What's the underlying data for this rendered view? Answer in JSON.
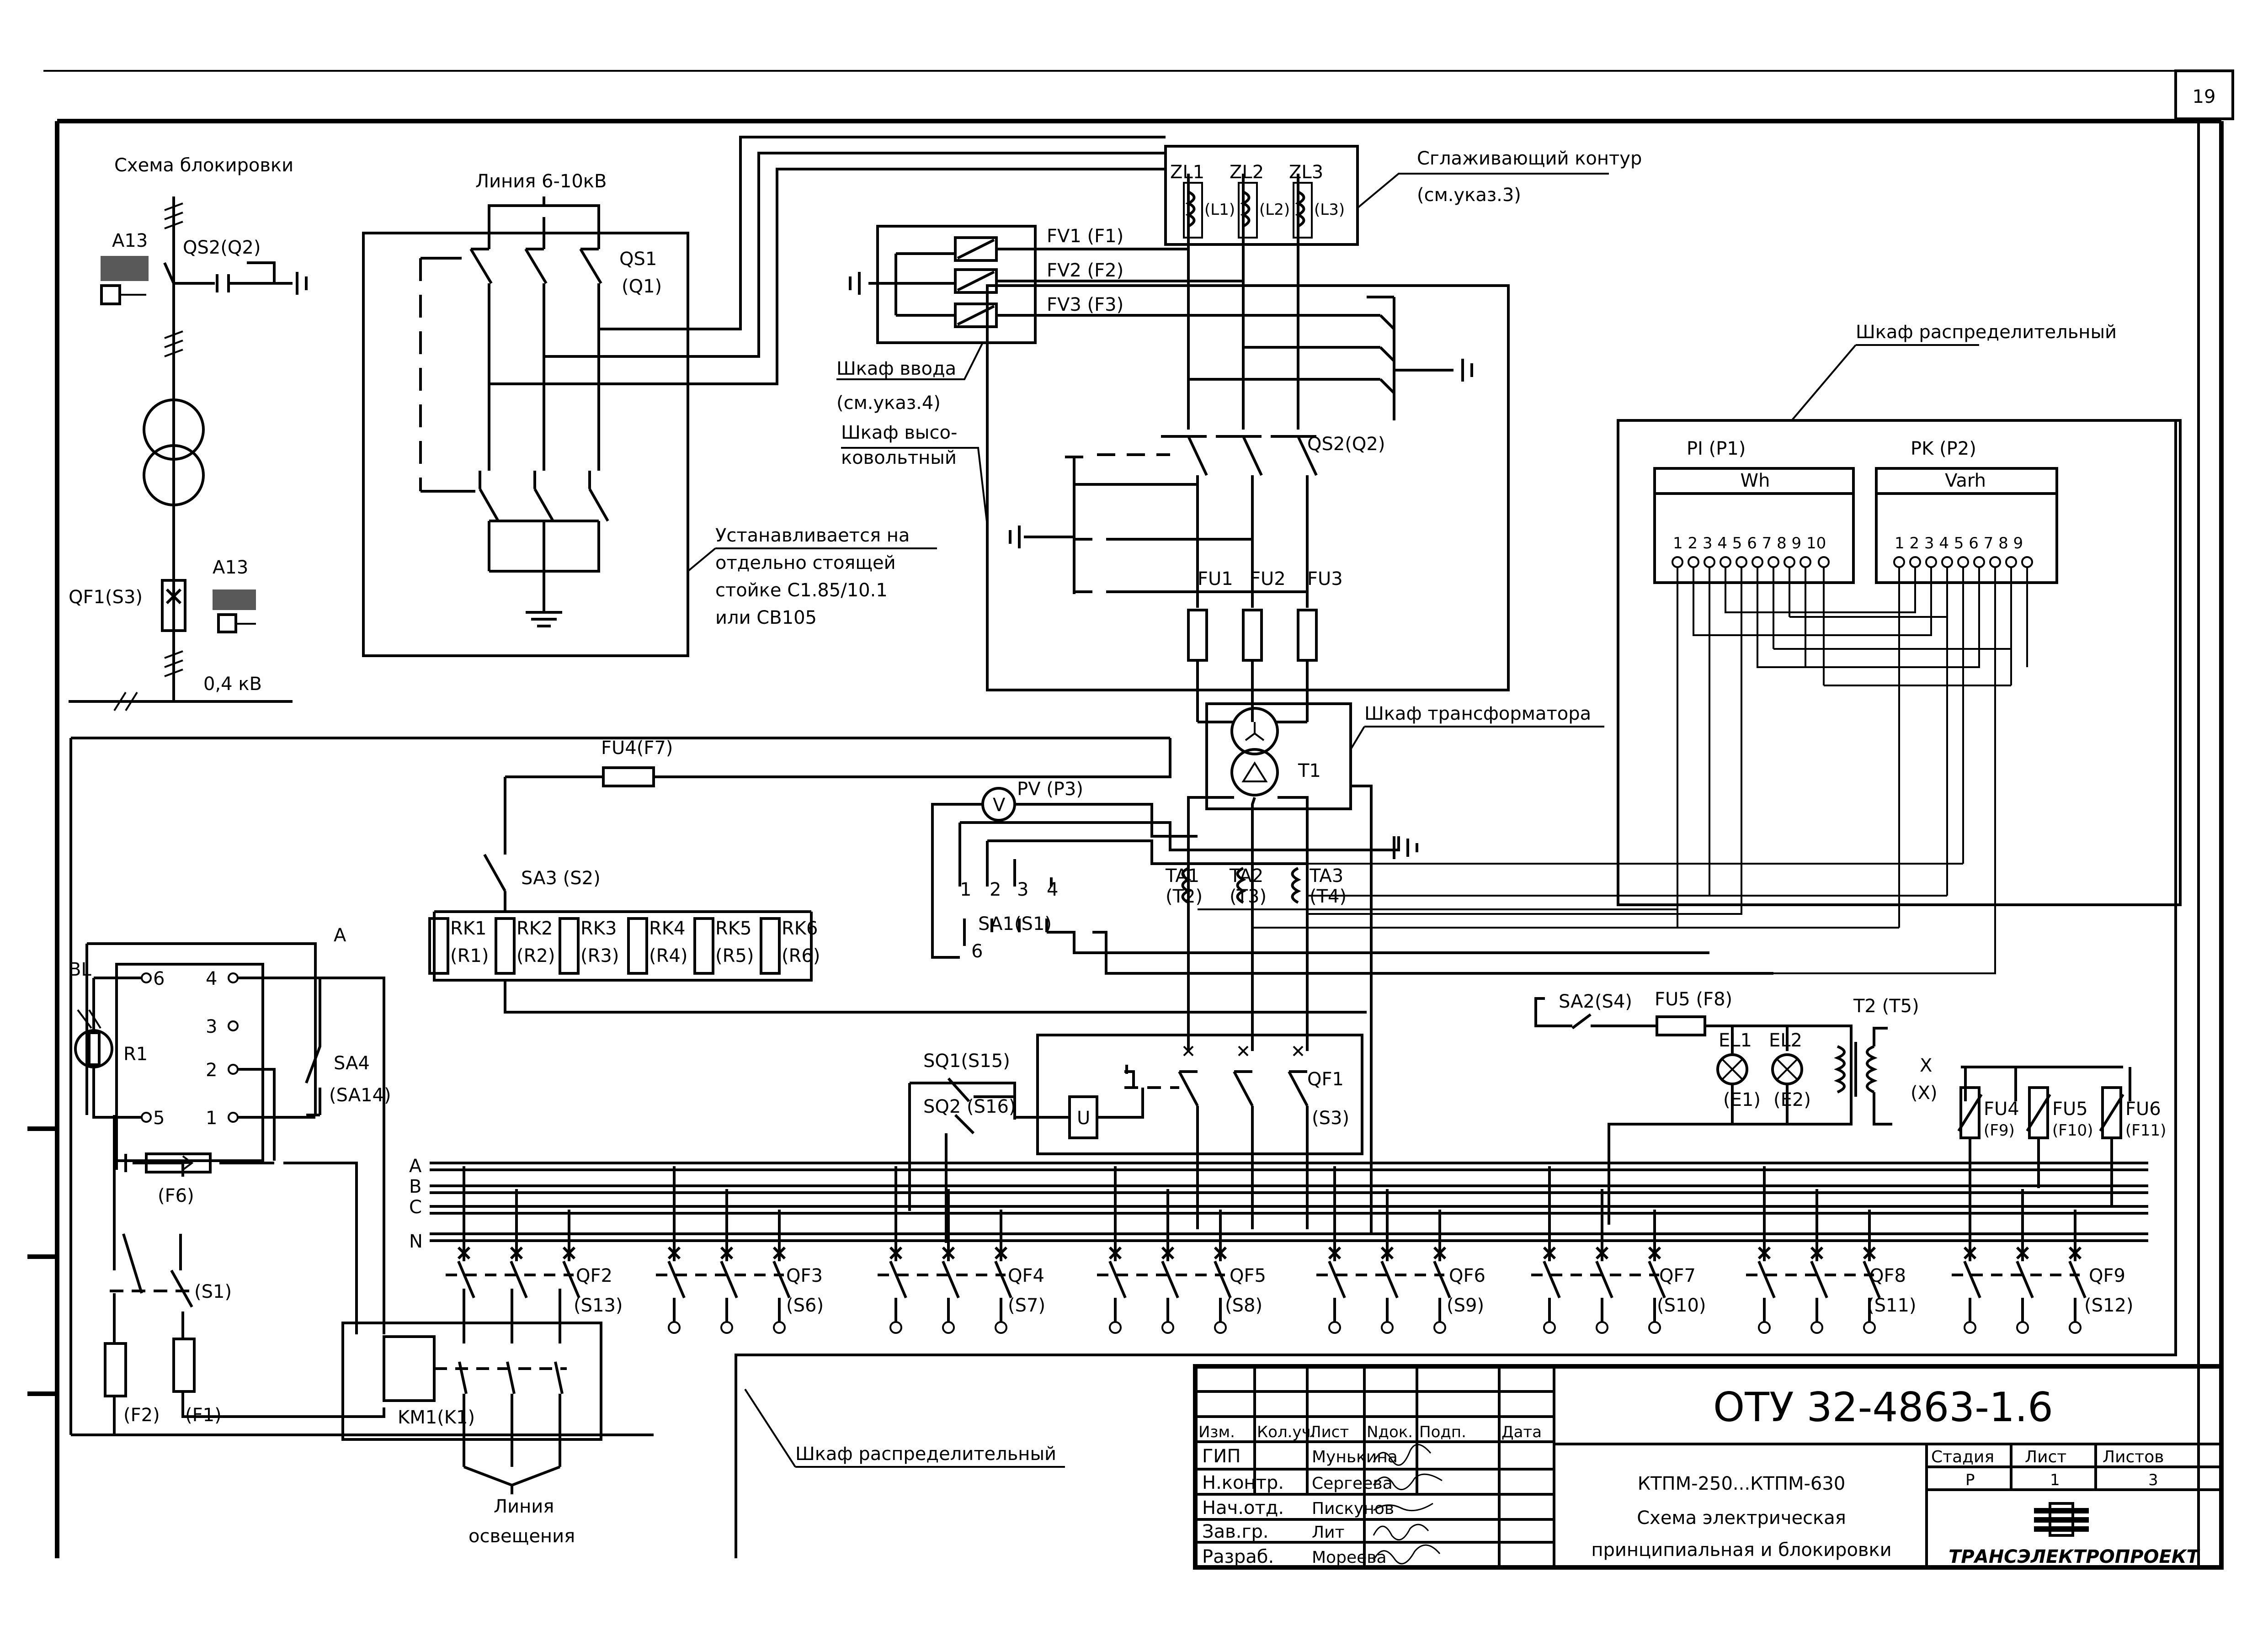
{
  "sheet": {
    "sheet_number": "19",
    "texts": {
      "interlock_title": "Схема блокировки",
      "line_hv": "Линия 6-10кВ",
      "smoothing": "Сглаживающий контур",
      "see_note3": "(см.указ.3)",
      "input_cabinet": "Шкаф ввода",
      "see_note4": "(см.указ.4)",
      "hv_cabinet_1": "Шкаф высо-",
      "hv_cabinet_2": "ковольтный",
      "dist_cabinet_top": "Шкаф распределительный",
      "transformer_cabinet": "Шкаф трансформатора",
      "installed_1": "Устанавливается на",
      "installed_2": "отдельно стоящей",
      "installed_3": "стойке С1.85/10.1",
      "installed_4": "или СВ105",
      "voltage_04": "0,4 кВ",
      "dist_cabinet_bottom": "Шкаф распределительный",
      "lighting_1": "Линия",
      "lighting_2": "освещения",
      "node_A": "А"
    },
    "labels": {
      "a13_top": "А13",
      "qs2_top": "QS2(Q2)",
      "qf1_left": "QF1(S3)",
      "a13_low": "А13",
      "qs1": "QS1",
      "q1": "(Q1)",
      "zl1": "ZL1",
      "zl2": "ZL2",
      "zl3": "ZL3",
      "l1": "(L1)",
      "l2": "(L2)",
      "l3": "(L3)",
      "fv1": "FV1 (F1)",
      "fv2": "FV2 (F2)",
      "fv3": "FV3 (F3)",
      "qs2_main": "QS2(Q2)",
      "fu1": "FU1",
      "fu2": "FU2",
      "fu3": "FU3",
      "pi": "PI (P1)",
      "pk": "PK (P2)",
      "wh": "Wh",
      "varh": "Varh",
      "pi_terms": "1 2 3 4 5 6 7 8 9 10",
      "pk_terms": "1 2 3 4 5 6 7 8 9",
      "t1": "T1",
      "fu4_top": "FU4(F7)",
      "pv": "PV (P3)",
      "sa3": "SA3 (S2)",
      "ta1": "TA1",
      "ta2": "TA2",
      "ta3": "TA3",
      "t2_ta": "(T2)",
      "t3_ta": "(T3)",
      "t4_ta": "(T4)",
      "sa1": "SA1(S1)",
      "sa1_1": "1",
      "sa1_2": "2",
      "sa1_3": "3",
      "sa1_4": "4",
      "sa1_6": "6",
      "rk1": "RK1",
      "rk2": "RK2",
      "rk3": "RK3",
      "rk4": "RK4",
      "rk5": "RK5",
      "rk6": "RK6",
      "r1": "(R1)",
      "r2": "(R2)",
      "r3": "(R3)",
      "r4": "(R4)",
      "r5": "(R5)",
      "r6": "(R6)",
      "bl": "BL",
      "r1_photo": "R1",
      "bl_6": "6",
      "bl_4": "4",
      "bl_3": "3",
      "bl_2": "2",
      "bl_5": "5",
      "bl_1": "1",
      "sa4": "SA4",
      "sa14": "(SA14)",
      "f6": "(F6)",
      "sa2": "SA2(S4)",
      "fu5_top": "FU5 (F8)",
      "el1": "EL1",
      "el2": "EL2",
      "e1": "(E1)",
      "e2": "(E2)",
      "t2_t5": "T2 (T5)",
      "x": "X",
      "x_paren": "(X)",
      "sq1": "SQ1(S15)",
      "sq2": "SQ2 (S16)",
      "u": "U",
      "qf1_main": "QF1",
      "s3": "(S3)",
      "fu4b": "FU4",
      "fu5b": "FU5",
      "fu6b": "FU6",
      "f9": "(F9)",
      "f10": "(F10)",
      "f11": "(F11)",
      "bus_a": "A",
      "bus_b": "B",
      "bus_c": "C",
      "bus_n": "N",
      "qf2": "QF2",
      "s13": "(S13)",
      "qf3": "QF3",
      "s6": "(S6)",
      "qf4": "QF4",
      "s7": "(S7)",
      "qf5": "QF5",
      "s8": "(S8)",
      "qf6": "QF6",
      "s9": "(S9)",
      "qf7": "QF7",
      "s10": "(S10)",
      "qf8": "QF8",
      "s11": "(S11)",
      "qf9": "QF9",
      "s12": "(S12)",
      "s1": "(S1)",
      "f2": "(F2)",
      "f1": "(F1)",
      "km1": "KM1(K1)"
    },
    "title_block": {
      "doc_code": "ОТУ 32-4863-1.6",
      "header": [
        "Изм.",
        "Кол.уч.",
        "Лист",
        "Nдок.",
        "Подп.",
        "Дата"
      ],
      "rows": [
        {
          "role": "ГИП",
          "name": "Мунькина"
        },
        {
          "role": "Н.контр.",
          "name": "Сергеева"
        },
        {
          "role": "Нач.отд.",
          "name": "Пискунов"
        },
        {
          "role": "Зав.гр.",
          "name": "Лит"
        },
        {
          "role": "Разраб.",
          "name": "Мореева"
        }
      ],
      "desc_1": "КТПМ-250...КТПМ-630",
      "desc_2": "Схема электрическая",
      "desc_3": "принципиальная и блокировки",
      "stage_h": "Стадия",
      "sheet_h": "Лист",
      "sheets_h": "Листов",
      "stage": "Р",
      "sheet": "1",
      "sheets": "3",
      "company": "ТРАНСЭЛЕКТРОПРОЕКТ"
    }
  }
}
